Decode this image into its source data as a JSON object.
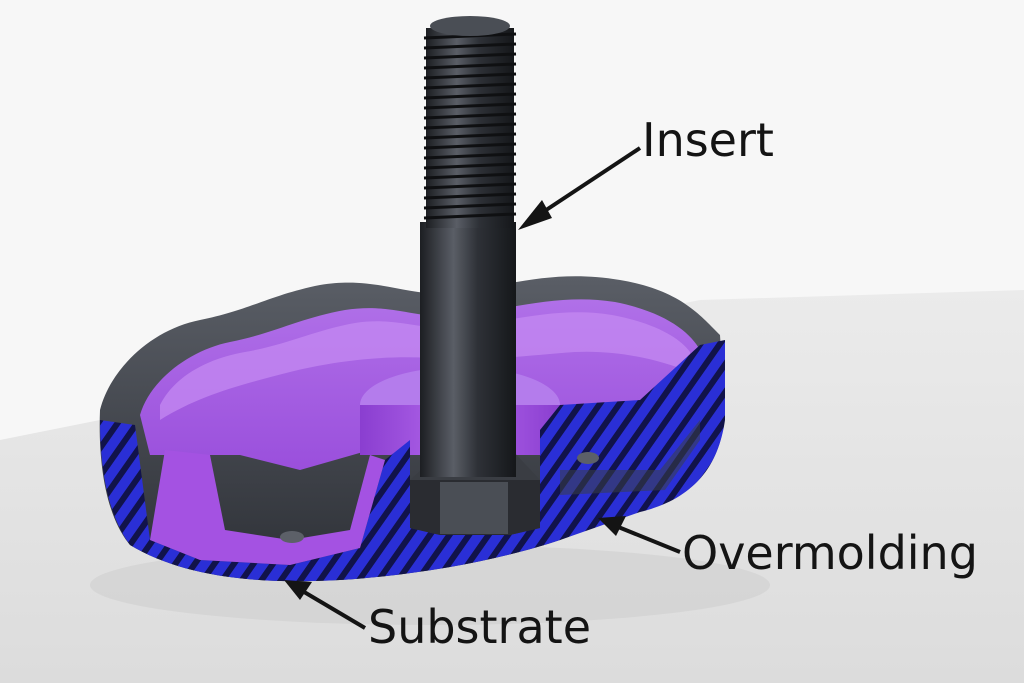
{
  "labels": {
    "insert": "Insert",
    "overmolding": "Overmolding",
    "substrate": "Substrate"
  },
  "colors": {
    "background": "#f7f7f7",
    "surface": "#e9e9e9",
    "substrate_purple": "#a04be0",
    "overmold_blue": "#2a2fd6",
    "hatch_dark": "#11134a",
    "overmold_shell": "#3b3f45",
    "insert_metal": "#2b2e33",
    "text": "#141414"
  }
}
